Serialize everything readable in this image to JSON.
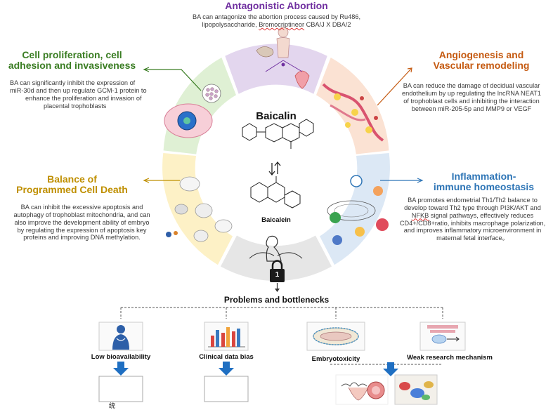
{
  "center": {
    "title": "Baicalin",
    "sub_label": "Baicalein"
  },
  "sections": {
    "antagonistic": {
      "title": "Antagonistic Abortion",
      "color": "#7030a0",
      "desc_1": "BA can antagonize the abortion process caused by Ru486,",
      "desc_2a": "lipopolysaccharide, ",
      "desc_2b": "Bromocriptineor",
      "desc_2c": " CBA/J X DBA/2"
    },
    "proliferation": {
      "title_1": "Cell proliferation, cell",
      "title_2": "adhesion and invasiveness",
      "color": "#3a7d23",
      "desc": [
        "BA can significantly inhibit the expression of",
        "miR-30d and then up regulate GCM-1 protein to",
        "enhance the proliferation and invasion of",
        "placental trophoblasts"
      ]
    },
    "angiogenesis": {
      "title_1": "Angiogenesis and",
      "title_2": "Vascular remodeling",
      "color": "#c55a11",
      "desc": [
        "BA can reduce the damage of decidual vascular",
        "endothelium by up regulating the lncRNA NEAT1",
        "of trophoblast cells and inhibiting the interaction",
        "between miR-205-5p and MMP9 or VEGF"
      ]
    },
    "balance": {
      "title_1": "Balance of",
      "title_2": "Programmed Cell Death",
      "color": "#bf8f00",
      "desc": [
        "BA can inhibit the excessive apoptosis and",
        "autophagy of trophoblast mitochondria, and can",
        "also improve the development ability of embryo",
        "by regulating the expression of apoptosis key",
        "proteins and improving DNA methylation."
      ]
    },
    "inflammation": {
      "title_1": "Inflammation-",
      "title_2": "immune homeostasis",
      "color": "#2e75b6",
      "desc_1": "BA promotes endometrial Th1/Th2 balance to",
      "desc_2": "develop toward Th2 type through PI3K/AKT and",
      "desc_3a": "NFKB",
      "desc_3b": " signal pathways, effectively reduces",
      "desc_4": "CD4+/CD8+ratio, inhibits macrophage polarization,",
      "desc_5": "and improves inflammatory microenvironment in",
      "desc_6": "maternal fetal interface。"
    }
  },
  "lock_number": "1",
  "problems": {
    "title": "Problems and bottlenecks",
    "items": [
      "Low bioavailability",
      "Clinical data bias",
      "Embryotoxicity",
      "Weak research mechanism"
    ]
  },
  "footer_char": "统",
  "colors": {
    "purple_seg": "#e3d6ee",
    "orange_seg": "#fbe2d3",
    "blue_seg": "#dce8f5",
    "gray_seg": "#e6e6e6",
    "yellow_seg": "#fdf1c6",
    "green_seg": "#dff0d4",
    "arrow_blue": "#1f6fc2"
  }
}
